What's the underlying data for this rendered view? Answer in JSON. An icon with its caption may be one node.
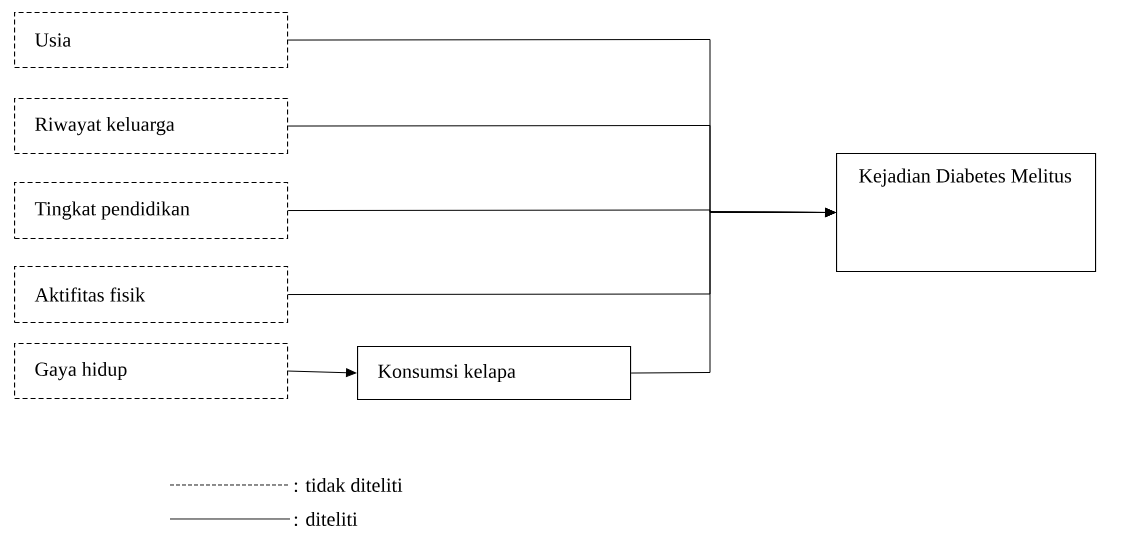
{
  "diagram": {
    "nodes": [
      {
        "text": [
          "Usia"
        ]
      },
      {
        "text": [
          "Riwayat keluarga"
        ]
      },
      {
        "text": [
          "Tingkat pendidikan"
        ]
      },
      {
        "text": [
          "Aktifitas fisik"
        ]
      },
      {
        "text": [
          "Gaya hidup"
        ]
      },
      {
        "text": [
          "Konsumsi kelapa"
        ]
      },
      {
        "text": [
          "Kejadian Diabetes Melitus"
        ]
      }
    ],
    "edges": [
      {
        "from": 0,
        "to": 6,
        "arrow": "to"
      },
      {
        "from": 1,
        "to": 6,
        "arrow": "to"
      },
      {
        "from": 2,
        "to": 6,
        "arrow": "to"
      },
      {
        "from": 3,
        "to": 6,
        "arrow": "to"
      },
      {
        "from": 5,
        "to": 6,
        "arrow": "to"
      },
      {
        "from": 4,
        "to": 5,
        "arrow": "to"
      }
    ],
    "legend": [
      {
        "text": ": tidak diteliti"
      },
      {
        "text": ": diteliti"
      }
    ]
  }
}
